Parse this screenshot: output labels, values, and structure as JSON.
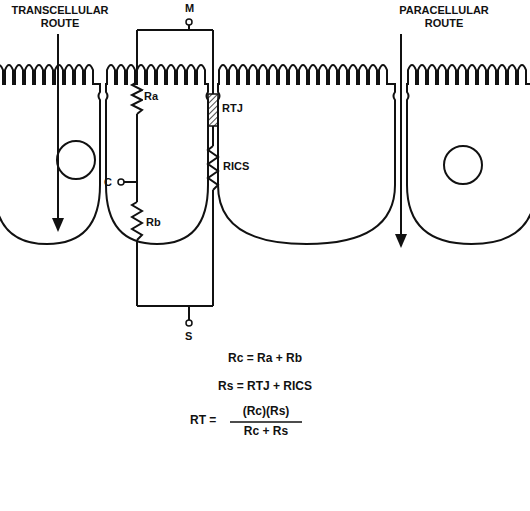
{
  "diagram": {
    "labels": [
      "TRANSCELLULAR ROUTE",
      "PARACELLULAR ROUTE",
      "M",
      "Ra",
      "C",
      "RTJ",
      "RICS",
      "Rb",
      "S",
      "Rc = Ra + Rb",
      "Rs = RTJ + RICS",
      "RT =",
      "(Rc)(Rs)",
      "Rc + Rs"
    ]
  }
}
